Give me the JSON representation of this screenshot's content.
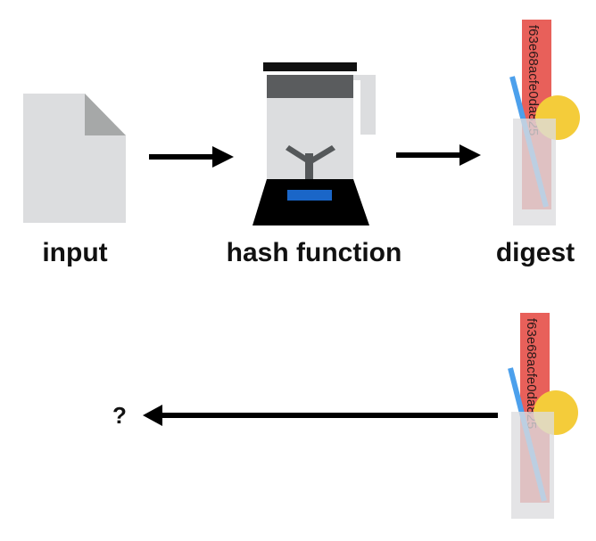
{
  "diagram": {
    "labels": {
      "input": "input",
      "hash_function": "hash function",
      "digest": "digest",
      "unknown": "?"
    },
    "digest_text": "f63e68acfe0da825...",
    "colors": {
      "paper": "#dcdddf",
      "paper_fold": "#a6a8a8",
      "blender_lid": "#111111",
      "blender_cap": "#5a5c5e",
      "blender_jar": "#dcdddf",
      "blender_blade": "#55585a",
      "blender_base": "#000000",
      "blender_button": "#1a66c8",
      "receipt": "#e8605a",
      "lemon": "#f4cc3a",
      "straw": "#4ca0ec",
      "glass": "#dcdddf",
      "arrow": "#000000"
    },
    "flows": [
      {
        "from": "input",
        "to": "hash function",
        "direction": "forward"
      },
      {
        "from": "hash function",
        "to": "digest",
        "direction": "forward"
      },
      {
        "from": "digest",
        "to": "?",
        "direction": "reverse"
      }
    ]
  }
}
